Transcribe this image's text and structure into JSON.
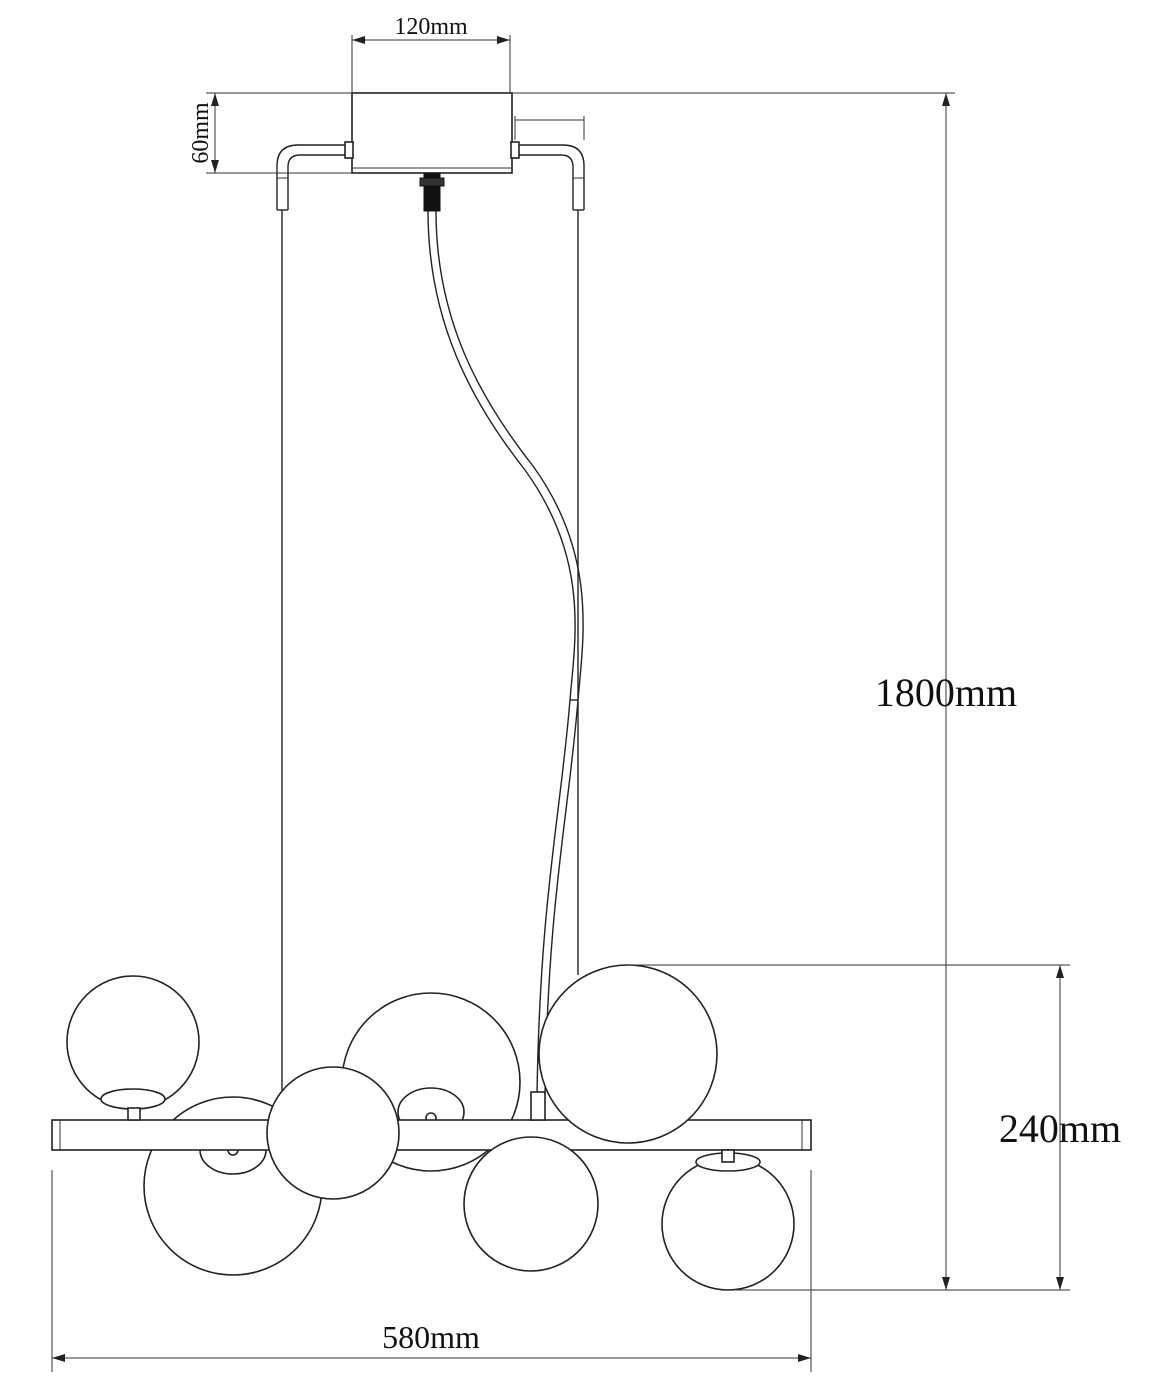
{
  "drawing": {
    "dimensions": {
      "canopy_width": "120mm",
      "canopy_height": "60mm",
      "total_height": "1800mm",
      "fixture_height": "240mm",
      "fixture_width": "580mm"
    }
  }
}
